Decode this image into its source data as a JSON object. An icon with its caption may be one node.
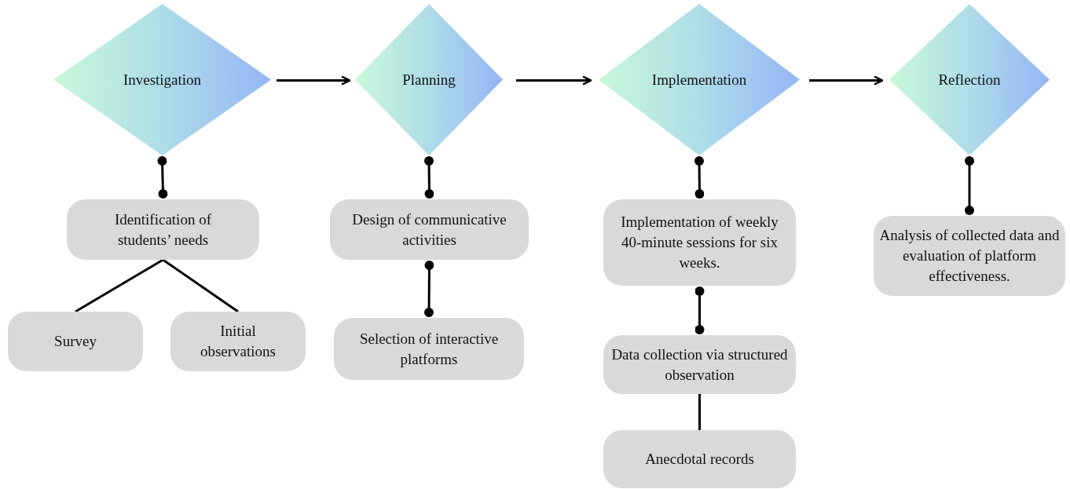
{
  "diagram": {
    "nodes": [
      {
        "text": [
          "Investigation"
        ]
      },
      {
        "text": [
          "Planning"
        ]
      },
      {
        "text": [
          "Implementation"
        ]
      },
      {
        "text": [
          "Reflection"
        ]
      },
      {
        "text": [
          "Identification of students’ needs"
        ]
      },
      {
        "text": [
          "Survey"
        ]
      },
      {
        "text": [
          "Initial observations"
        ]
      },
      {
        "text": [
          "Design of communicative activities"
        ]
      },
      {
        "text": [
          "Selection of interactive platforms"
        ]
      },
      {
        "text": [
          "Implementation of weekly 40-minute sessions for six weeks."
        ]
      },
      {
        "text": [
          "Data collection via structured observation"
        ]
      },
      {
        "text": [
          "Anecdotal records"
        ]
      },
      {
        "text": [
          "Analysis of collected data and evaluation of platform effectiveness."
        ]
      }
    ],
    "edges": [
      {
        "from": 0,
        "to": 1,
        "arrow": "to"
      },
      {
        "from": 1,
        "to": 2,
        "arrow": "to"
      },
      {
        "from": 2,
        "to": 3,
        "arrow": "to"
      },
      {
        "from": 0,
        "to": 4,
        "arrow": "other"
      },
      {
        "from": 4,
        "to": 5,
        "arrow": "none"
      },
      {
        "from": 4,
        "to": 6,
        "arrow": "none"
      },
      {
        "from": 1,
        "to": 7,
        "arrow": "other"
      },
      {
        "from": 7,
        "to": 8,
        "arrow": "other"
      },
      {
        "from": 2,
        "to": 9,
        "arrow": "other"
      },
      {
        "from": 9,
        "to": 10,
        "arrow": "other"
      },
      {
        "from": 10,
        "to": 11,
        "arrow": "none"
      },
      {
        "from": 3,
        "to": 12,
        "arrow": "other"
      }
    ]
  }
}
